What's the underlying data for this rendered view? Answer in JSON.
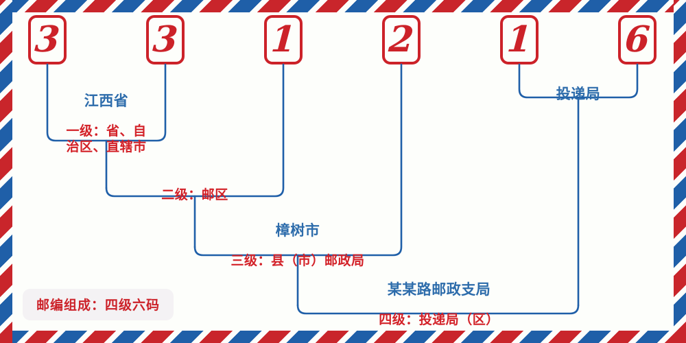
{
  "theme": {
    "paper": "#fdfefb",
    "red": "#cc2229",
    "blue": "#2d6cab",
    "bracket_blue": "#1f5fa8",
    "stripe_red": "#c9252b",
    "stripe_blue": "#1f5fa8",
    "badge_bg": "#f4f2f4"
  },
  "postcode": {
    "digits": [
      "3",
      "3",
      "1",
      "2",
      "1",
      "6"
    ],
    "full": "331216"
  },
  "levels": [
    {
      "id": "level-1",
      "place": "江西省",
      "rank": "一级：省、自\n治区、直辖市",
      "spans_digits": [
        1,
        2
      ]
    },
    {
      "id": "level-2",
      "place": "",
      "rank": "二级：邮区",
      "spans_digits": [
        1,
        3
      ]
    },
    {
      "id": "level-3",
      "place": "樟树市",
      "rank": "三级：县（市）邮政局",
      "spans_digits": [
        2,
        4
      ]
    },
    {
      "id": "level-4",
      "place": "某某路邮政支局",
      "rank": "四级：投递局（区）",
      "spans_digits": [
        3,
        6
      ]
    }
  ],
  "delivery_office": {
    "place": "投递局",
    "spans_digits": [
      5,
      6
    ]
  },
  "legend": {
    "text": "邮编组成：四级六码"
  }
}
